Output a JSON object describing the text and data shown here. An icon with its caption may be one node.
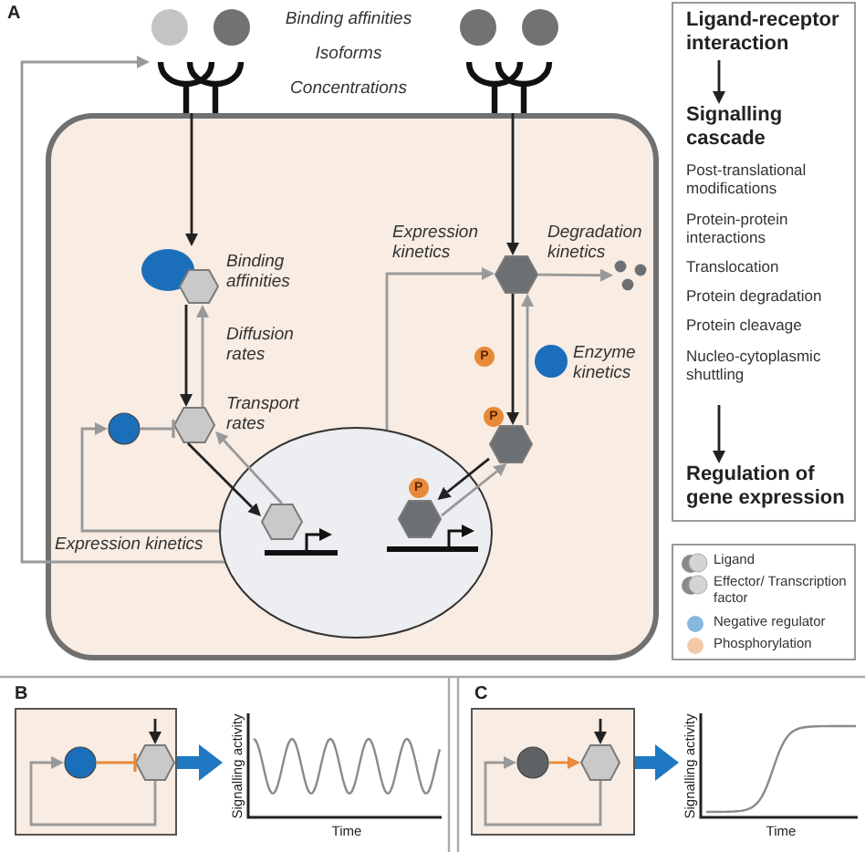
{
  "diagram": {
    "nodes": [
      {
        "text": [],
        "shape": "box"
      },
      {
        "text": [],
        "shape": "ellipse",
        "in": 0
      },
      {
        "text": [],
        "shape": "receptor"
      },
      {
        "text": [],
        "shape": "receptor"
      },
      {
        "text": [],
        "shape": "complex",
        "in": 0
      },
      {
        "text": [],
        "shape": "hexagon",
        "in": 0
      },
      {
        "text": [],
        "shape": "circle",
        "in": 0
      },
      {
        "text": [],
        "shape": "hexagon",
        "in": 1
      },
      {
        "text": [],
        "shape": "hexagon",
        "in": 0
      },
      {
        "text": [],
        "shape": "dots",
        "in": 0
      },
      {
        "text": [],
        "shape": "hexagon",
        "in": 0,
        "beside": [
          "P"
        ]
      },
      {
        "text": [],
        "shape": "hexagon",
        "in": 1,
        "beside": [
          "P"
        ]
      },
      {
        "text": [],
        "shape": "box"
      },
      {
        "text": [
          "Ligand-receptor interaction"
        ],
        "in": 12
      },
      {
        "text": [
          "Signalling cascade",
          "Post-translational modifications",
          "Protein-protein interactions",
          "Translocation",
          "Protein degradation",
          "Protein cleavage",
          "Nucleo-cytoplasmic shuttling"
        ],
        "in": 12
      },
      {
        "text": [
          "Regulation of gene expression"
        ],
        "in": 12
      },
      {
        "text": [],
        "shape": "box"
      },
      {
        "text": [],
        "shape": "circle",
        "in": 16
      },
      {
        "text": [],
        "shape": "hexagon",
        "in": 16
      },
      {
        "text": [
          "Signalling activity",
          "Time"
        ]
      },
      {
        "text": [],
        "shape": "box"
      },
      {
        "text": [],
        "shape": "circle",
        "in": 20
      },
      {
        "text": [],
        "shape": "hexagon",
        "in": 20
      },
      {
        "text": [
          "Signalling activity",
          "Time"
        ]
      }
    ],
    "edges": [
      {
        "from": 2,
        "to": 4,
        "arrow": "to",
        "color": "#222222"
      },
      {
        "from": 4,
        "to": 5,
        "arrow": "to",
        "color": "#222222"
      },
      {
        "from": 5,
        "to": 4,
        "arrow": "to"
      },
      {
        "from": 6,
        "to": 5,
        "arrow": "other"
      },
      {
        "from": 1,
        "to": 6,
        "arrow": "to"
      },
      {
        "from": 5,
        "to": 7,
        "arrow": "to",
        "color": "#222222"
      },
      {
        "from": 7,
        "to": 5,
        "arrow": "to"
      },
      {
        "from": 1,
        "to": 2,
        "arrow": "to"
      },
      {
        "from": 3,
        "to": 8,
        "arrow": "to",
        "color": "#222222"
      },
      {
        "from": 1,
        "to": 8,
        "arrow": "to"
      },
      {
        "from": 8,
        "to": 9,
        "arrow": "to"
      },
      {
        "from": 8,
        "to": 10,
        "arrow": "to",
        "color": "#222222"
      },
      {
        "from": 10,
        "to": 8,
        "arrow": "to"
      },
      {
        "from": 10,
        "to": 11,
        "arrow": "to",
        "color": "#222222"
      },
      {
        "from": 11,
        "to": 10,
        "arrow": "to"
      },
      {
        "from": 13,
        "to": 14,
        "arrow": "to",
        "color": "#222222"
      },
      {
        "from": 14,
        "to": 15,
        "arrow": "to",
        "color": "#222222"
      },
      {
        "from": 16,
        "to": 19,
        "arrow": "to",
        "style": "thick",
        "color": "#1f78c1"
      },
      {
        "from": 17,
        "to": 18,
        "arrow": "other",
        "color": "#e8893a"
      },
      {
        "from": 18,
        "to": 17,
        "arrow": "to"
      },
      {
        "from": null,
        "to": 18,
        "arrow": "to",
        "color": "#222222"
      },
      {
        "from": 20,
        "to": 23,
        "arrow": "to",
        "style": "thick",
        "color": "#1f78c1"
      },
      {
        "from": 21,
        "to": 22,
        "arrow": "to",
        "color": "#e8893a"
      },
      {
        "from": 22,
        "to": 21,
        "arrow": "to"
      },
      {
        "from": null,
        "to": 22,
        "arrow": "to",
        "color": "#222222"
      }
    ],
    "labels": [
      "A",
      "Binding affinities",
      "Isoforms",
      "Concentrations",
      "Binding affinities",
      "Expression kinetics",
      "Degradation kinetics",
      "Diffusion rates",
      "P",
      "Enzyme kinetics",
      "Transport rates",
      "Expression kinetics",
      "B",
      "C"
    ],
    "legend": [
      {
        "text": "Ligand"
      },
      {
        "text": "Effector/ Transcription factor"
      },
      {
        "text": "Negative regulator",
        "color": "#86b9dd"
      },
      {
        "text": "Phosphorylation",
        "color": "#f4c8a6"
      }
    ]
  }
}
